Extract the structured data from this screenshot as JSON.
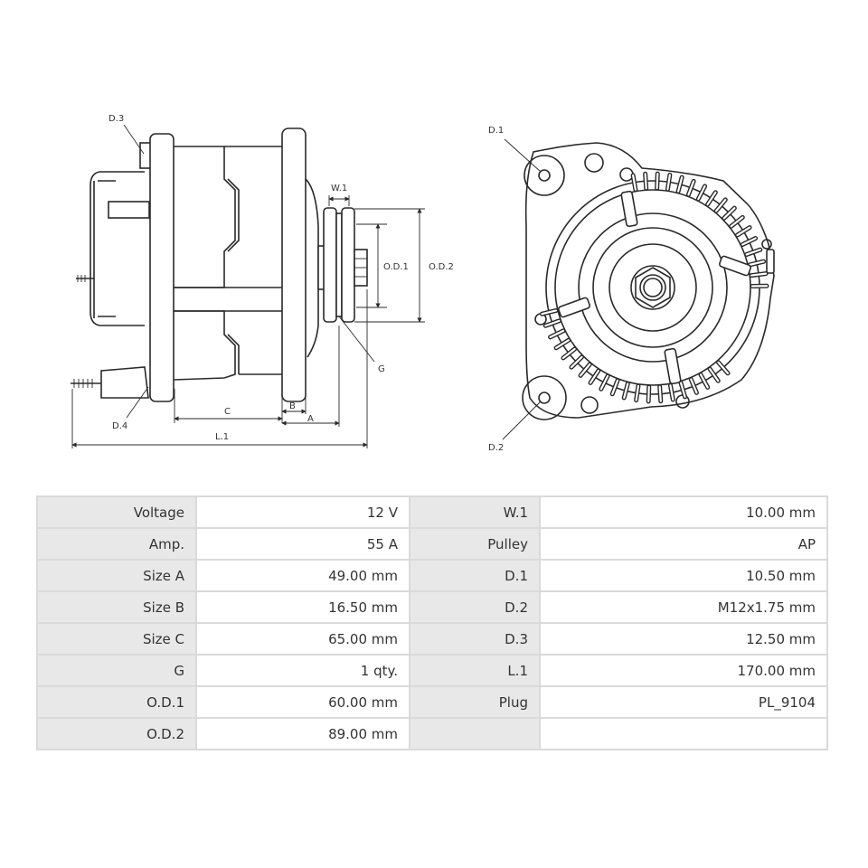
{
  "diagram": {
    "side_labels": {
      "d3": "D.3",
      "d4": "D.4",
      "w1": "W.1",
      "od1": "O.D.1",
      "od2": "O.D.2",
      "g": "G",
      "c": "C",
      "b": "B",
      "a": "A",
      "l1": "L.1"
    },
    "front_labels": {
      "d1": "D.1",
      "d2": "D.2"
    }
  },
  "specs": {
    "rows": [
      {
        "l1": "Voltage",
        "v1": "12 V",
        "l2": "W.1",
        "v2": "10.00 mm"
      },
      {
        "l1": "Amp.",
        "v1": "55 A",
        "l2": "Pulley",
        "v2": "AP"
      },
      {
        "l1": "Size A",
        "v1": "49.00 mm",
        "l2": "D.1",
        "v2": "10.50 mm"
      },
      {
        "l1": "Size B",
        "v1": "16.50 mm",
        "l2": "D.2",
        "v2": "M12x1.75 mm"
      },
      {
        "l1": "Size C",
        "v1": "65.00 mm",
        "l2": "D.3",
        "v2": "12.50 mm"
      },
      {
        "l1": "G",
        "v1": "1 qty.",
        "l2": "L.1",
        "v2": "170.00 mm"
      },
      {
        "l1": "O.D.1",
        "v1": "60.00 mm",
        "l2": "Plug",
        "v2": "PL_9104"
      },
      {
        "l1": "O.D.2",
        "v1": "89.00 mm",
        "l2": "",
        "v2": ""
      }
    ]
  }
}
